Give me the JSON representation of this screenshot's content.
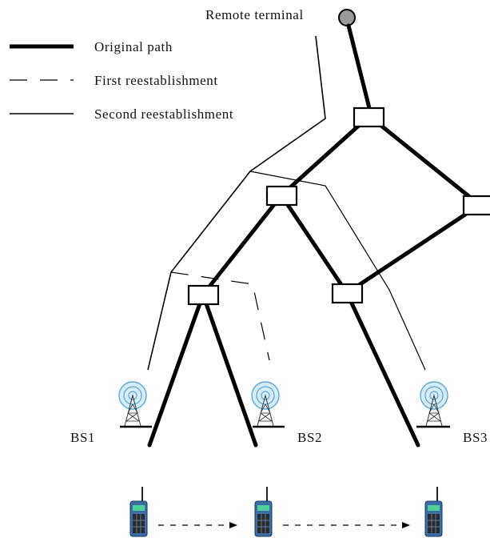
{
  "remote_terminal": {
    "label": "Remote terminal"
  },
  "legend": {
    "original": "Original path",
    "first": "First reestablishment",
    "second": "Second reestablishment"
  },
  "base_stations": [
    {
      "label": "BS1"
    },
    {
      "label": "BS2"
    },
    {
      "label": "BS3"
    }
  ],
  "colors": {
    "line": "#000000",
    "tower_ring": "#5aa8d8",
    "tower_fill": "#d6ecf8",
    "terminal_node": "#9a9a9a",
    "phone_body": "#3a6ea5",
    "phone_screen": "#4cd19a"
  }
}
